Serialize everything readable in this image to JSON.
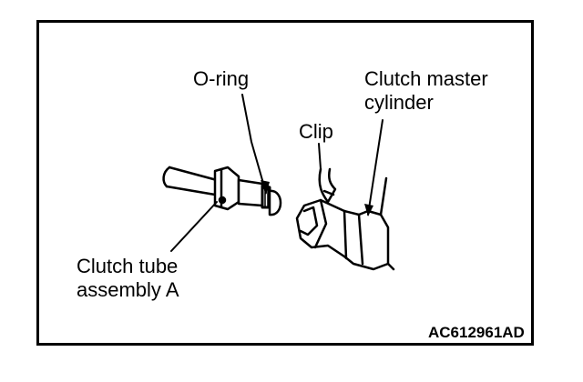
{
  "labels": {
    "o_ring": "O-ring",
    "clip": "Clip",
    "master_cylinder_line1": "Clutch master",
    "master_cylinder_line2": "cylinder",
    "tube_line1": "Clutch tube",
    "tube_line2": "assembly A"
  },
  "figure_code": "AC612961AD"
}
